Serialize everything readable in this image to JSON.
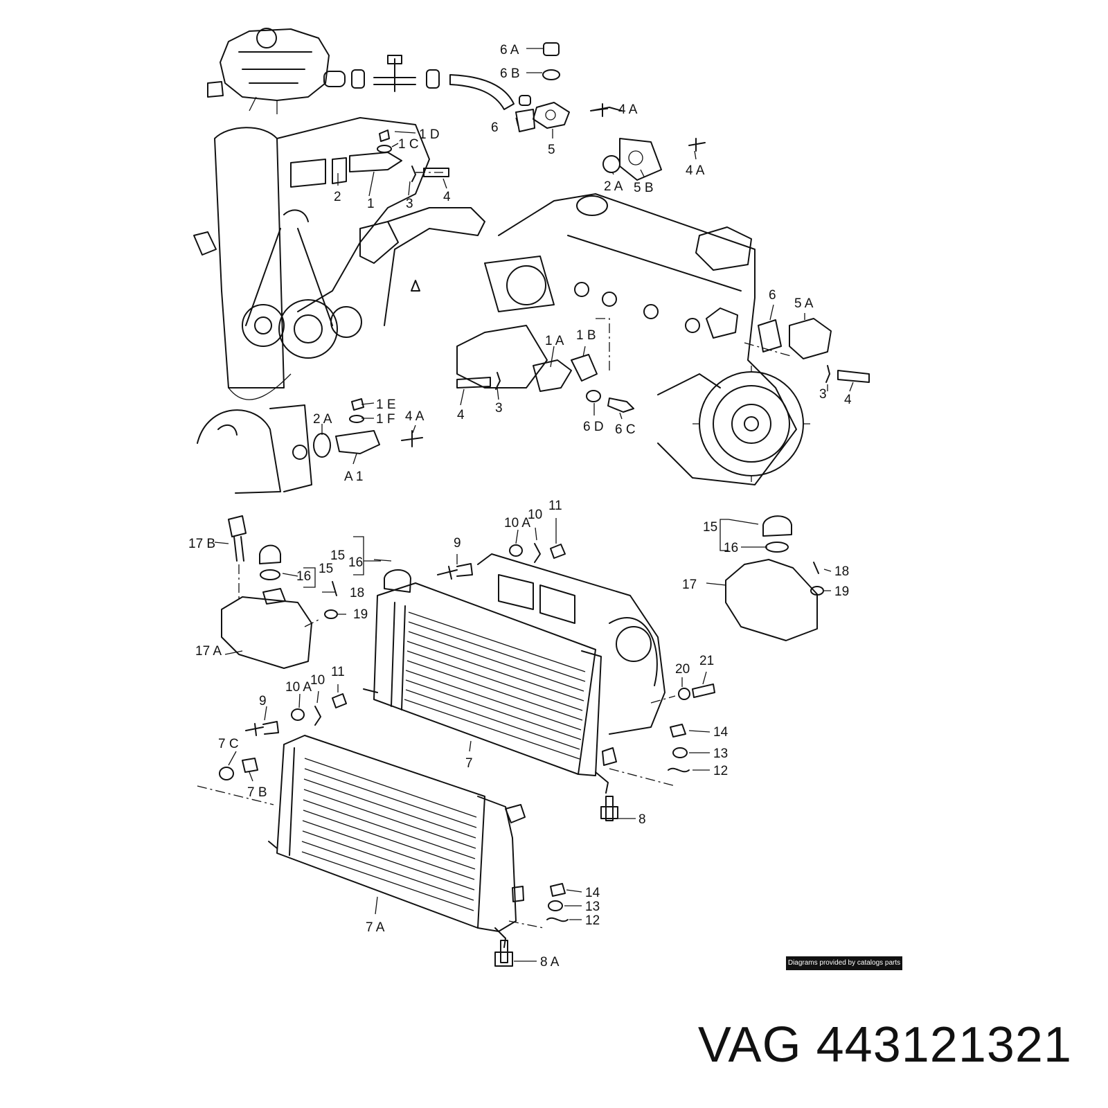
{
  "title": {
    "brand": "VAG",
    "part_number": "443121321"
  },
  "credit": "Diagrams provided by catalogs parts",
  "callouts": {
    "c_6a": "6 A",
    "c_6b": "6 B",
    "c_6": "6",
    "c_5": "5",
    "c_4a_top": "4 A",
    "c_1d": "1 D",
    "c_1c": "1 C",
    "c_2": "2",
    "c_1": "1",
    "c_3_top": "3",
    "c_4_top": "4",
    "c_2a_r": "2 A",
    "c_5b": "5 B",
    "c_4a_r": "4 A",
    "c_1a": "1 A",
    "c_1b": "1 B",
    "c_6_r": "6",
    "c_5a": "5 A",
    "c_4_mid": "4",
    "c_3_mid": "3",
    "c_6d": "6 D",
    "c_6c": "6 C",
    "c_3_r": "3",
    "c_4_r": "4",
    "c_1e": "1 E",
    "c_1f": "1 F",
    "c_2a_l": "2 A",
    "c_4a_l": "4 A",
    "c_a1": "A 1",
    "c_17b": "17 B",
    "c_15_l": "15",
    "c_16_l": "16",
    "c_18_l": "18",
    "c_19_l": "19",
    "c_17a": "17 A",
    "c_15_m": "15",
    "c_16_m": "16",
    "c_9_top": "9",
    "c_10a_top": "10 A",
    "c_10_top": "10",
    "c_11_top": "11",
    "c_15_r": "15",
    "c_16_r": "16",
    "c_17": "17",
    "c_18_r": "18",
    "c_19_r": "19",
    "c_10a_low": "10 A",
    "c_10_low": "10",
    "c_11_low": "11",
    "c_9_low": "9",
    "c_20": "20",
    "c_21": "21",
    "c_14_top": "14",
    "c_13_top": "13",
    "c_12_top": "12",
    "c_7": "7",
    "c_7c": "7 C",
    "c_7b": "7 B",
    "c_8": "8",
    "c_14_low": "14",
    "c_13_low": "13",
    "c_12_low": "12",
    "c_7a": "7 A",
    "c_8a": "8 A"
  }
}
